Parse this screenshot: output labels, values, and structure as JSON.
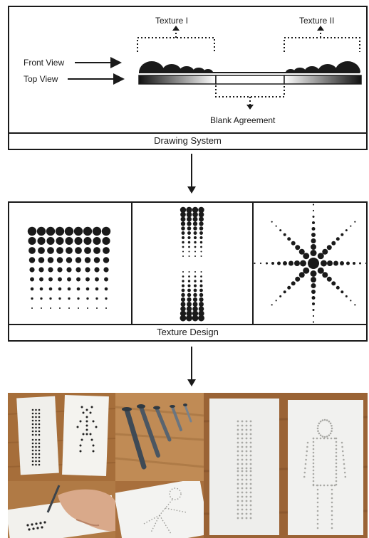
{
  "drawing_system": {
    "caption": "Drawing System",
    "labels": {
      "texture_1": "Texture I",
      "texture_2": "Texture II",
      "front_view": "Front View",
      "top_view": "Top View",
      "blank_agreement": "Blank Agreement"
    }
  },
  "texture_design": {
    "caption": "Texture Design",
    "cells": [
      "grid-gradient-texture",
      "vertical-dot-strips-texture",
      "radial-burst-texture"
    ]
  },
  "photos": {
    "panels": [
      "braille-style-cards-photo",
      "steel-nails-photo",
      "punched-figure-cards-photo",
      "hand-punching-photo",
      "sketched-figure-photo"
    ]
  },
  "colors": {
    "line": "#1a1a1a",
    "wood": "#b07a45",
    "paper": "#eeeeec"
  }
}
